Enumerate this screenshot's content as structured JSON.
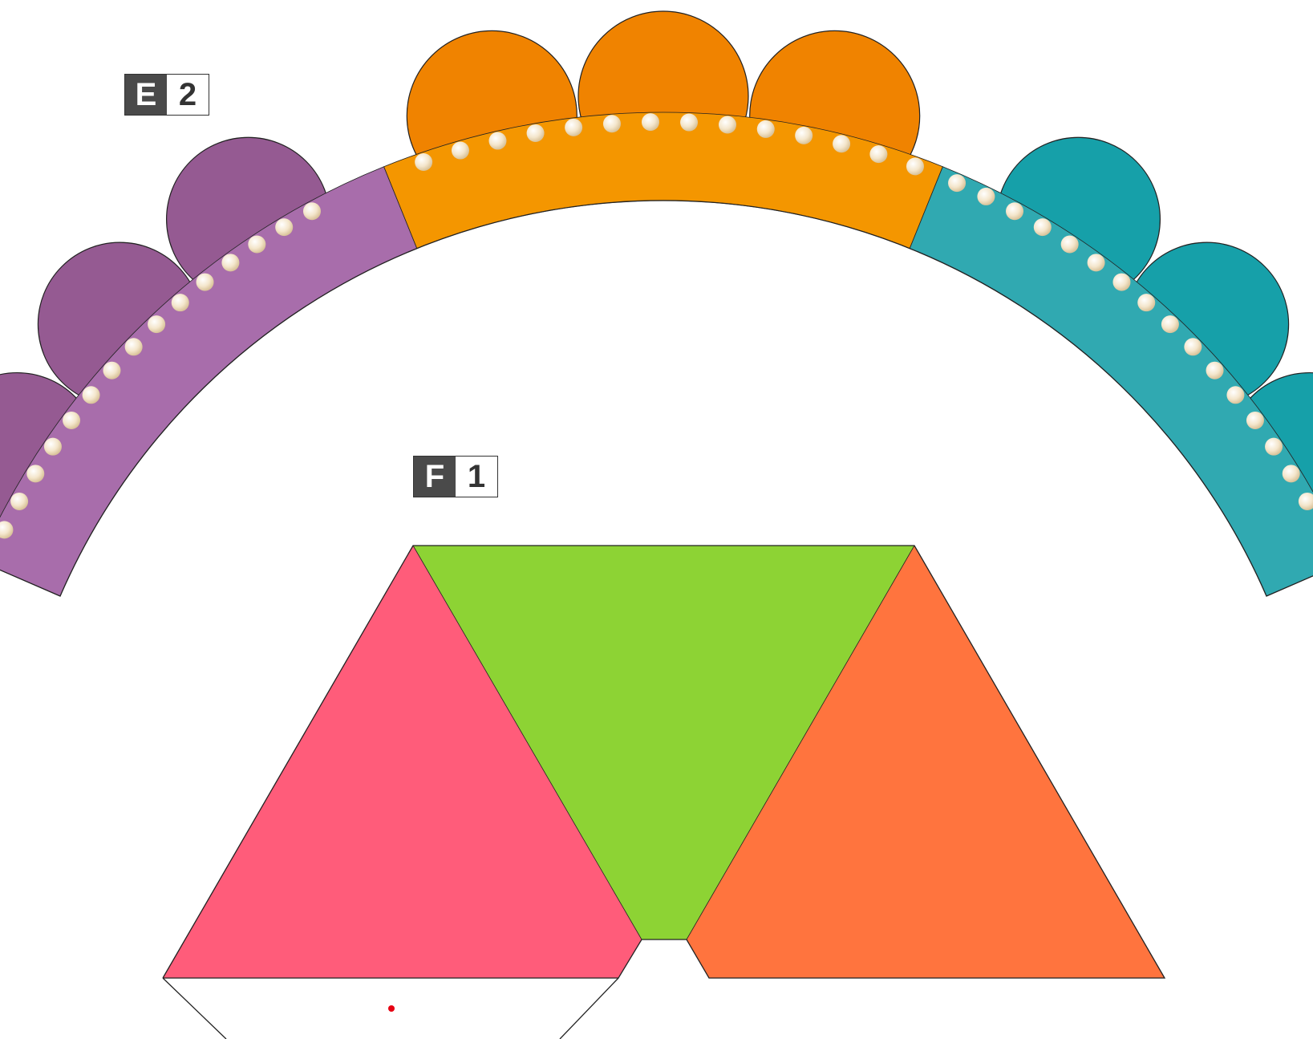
{
  "labels": {
    "piece_e": {
      "letter": "E",
      "number": "2"
    },
    "piece_f": {
      "letter": "F",
      "number": "1"
    }
  },
  "colors": {
    "purple": "#A86DAB",
    "purple_dark": "#955A92",
    "orange": "#F49600",
    "orange_dark": "#F08300",
    "teal": "#30A9B1",
    "teal_dark": "#16A0A9",
    "dot": "#F4E6CC",
    "pink": "#FF5C7A",
    "green": "#8DD334",
    "coral": "#FF743E",
    "outline": "#222222",
    "marker": "#E60012"
  }
}
